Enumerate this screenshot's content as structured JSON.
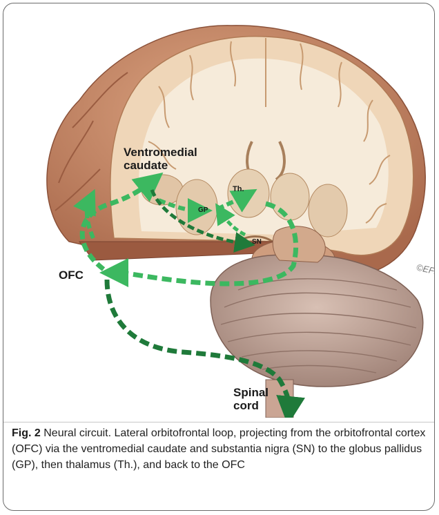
{
  "figure": {
    "labels": {
      "ventromedial_line1": "Ventromedial",
      "ventromedial_line2": "caudate",
      "thalamus": "Th.",
      "globus_pallidus": "GP",
      "substantia_nigra": "SN",
      "ofc": "OFC",
      "spinal_line1": "Spinal",
      "spinal_line2": "cord",
      "copyright": "©EFE"
    },
    "caption": {
      "label": "Fig. 2",
      "text": "Neural circuit. Lateral orbitofrontal loop, projecting from the orbitofrontal cortex (OFC) via the ventromedial caudate and substantia nigra (SN) to the globus pallidus (GP), then thalamus (Th.), and back to the OFC"
    },
    "colors": {
      "cortex": "#c98f6e",
      "white_matter": "#f3e7d2",
      "cerebellum": "#bfa49a",
      "arrow": "#3cb860",
      "arrow_dark": "#1f7a3a"
    }
  }
}
